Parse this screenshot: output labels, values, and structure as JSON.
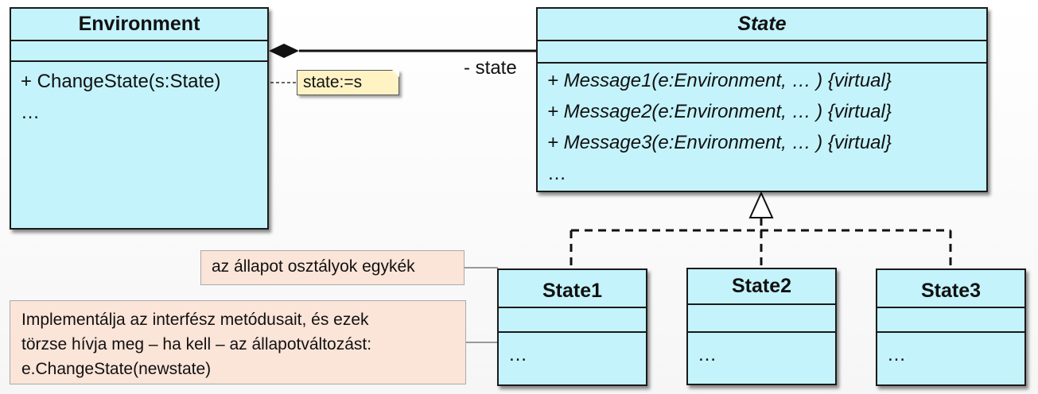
{
  "environment": {
    "name": "Environment",
    "operations": [
      "+ ChangeState(s:State)",
      "…"
    ]
  },
  "state": {
    "name": "State",
    "operations": [
      "+ Message1(e:Environment, … ) {virtual}",
      "+ Message2(e:Environment, … ) {virtual}",
      "+ Message3(e:Environment, … ) {virtual}",
      "…"
    ]
  },
  "association": {
    "role": "- state"
  },
  "note": {
    "text": "state:=s"
  },
  "subclasses": [
    {
      "name": "State1",
      "operations": "…"
    },
    {
      "name": "State2",
      "operations": "…"
    },
    {
      "name": "State3",
      "operations": "…"
    }
  ],
  "comments": {
    "singletons": "az állapot osztályok egykék",
    "implementation": [
      "Implementálja az interfész metódusait, és ezek",
      "törzse hívja meg – ha kell – az állapotváltozást:",
      "e.ChangeState(newstate)"
    ]
  },
  "colors": {
    "class_fill": "#c4f3fb",
    "note_fill": "#fff3c4",
    "comment_fill": "#fbe4d8"
  }
}
